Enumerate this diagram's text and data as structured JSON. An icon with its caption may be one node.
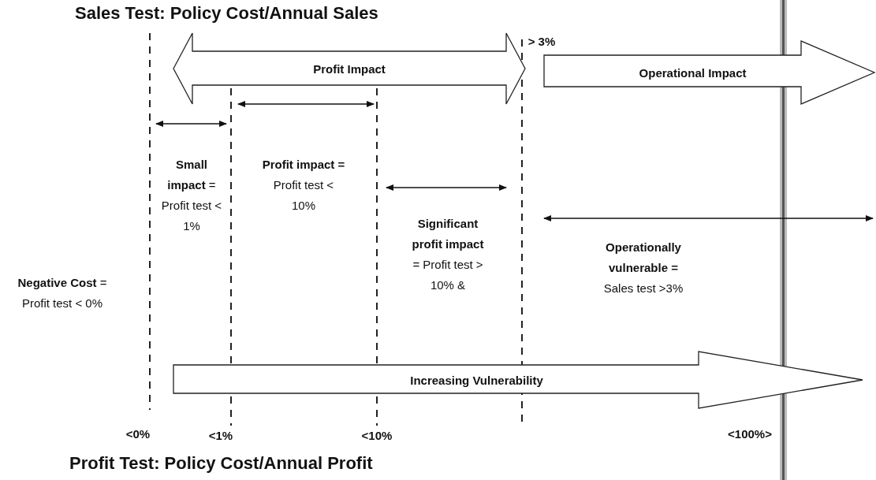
{
  "diagram": {
    "title": "Sales Test: Policy Cost/Annual Sales",
    "caption": "Profit Test: Policy Cost/Annual Profit",
    "nodes": [
      {
        "text": [
          "Profit Impact"
        ]
      },
      {
        "text": [
          "Operational Impact"
        ]
      },
      {
        "text": [
          "Increasing Vulnerability"
        ]
      }
    ],
    "labels": [
      "> 3%",
      "**Small impact** = Profit test < 1%",
      "**Profit impact =** Profit test < 10%",
      "**Significant profit impact** = Profit test > 10% &",
      "**Operationally vulnerable =** Sales test >3%",
      "**Negative Cost** = Profit test < 0%",
      "<0%",
      "<1%",
      "<10%",
      "<100%>"
    ]
  }
}
